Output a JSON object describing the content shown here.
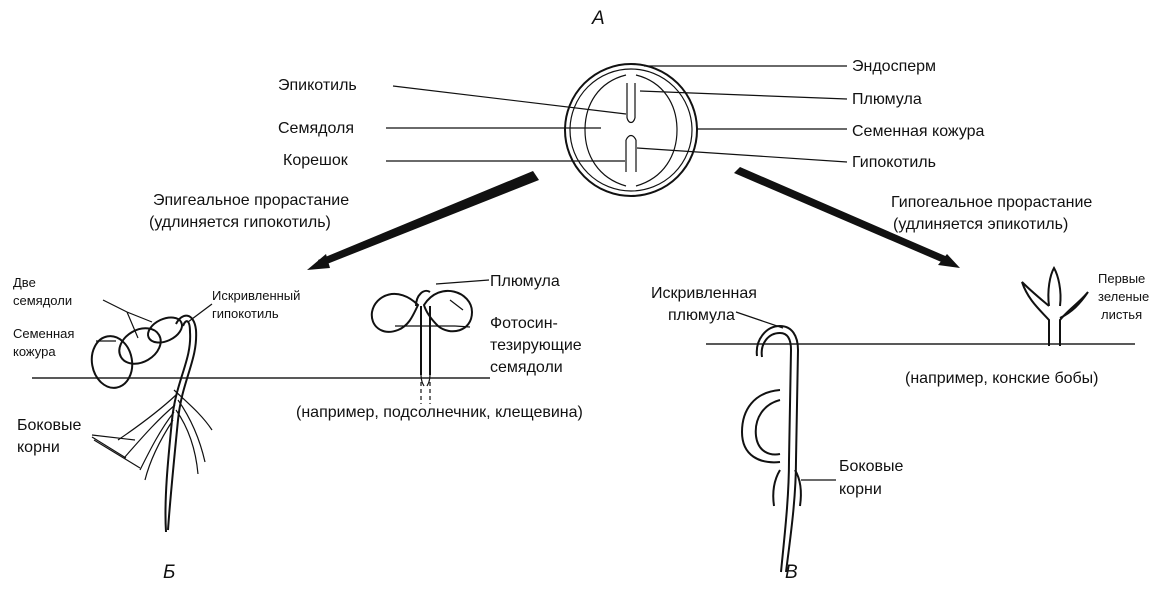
{
  "panels": {
    "top": "А",
    "left": "Б",
    "right": "В"
  },
  "seed_labels": {
    "epicotyl": "Эпикотиль",
    "cotyledon": "Семядоля",
    "radicle": "Корешок",
    "endosperm": "Эндосперм",
    "plumule": "Плюмула",
    "seed_coat": "Семенная кожура",
    "hypocotyl": "Гипокотиль"
  },
  "epigeal": {
    "title_line1": "Эпигеальное прорастание",
    "title_line2": "(удлиняется гипокотиль)",
    "two_cotyledons_1": "Две",
    "two_cotyledons_2": "семядоли",
    "seed_coat_1": "Семенная",
    "seed_coat_2": "кожура",
    "curved_hypocotyl_1": "Искривленный",
    "curved_hypocotyl_2": "гипокотиль",
    "lateral_roots_1": "Боковые",
    "lateral_roots_2": "корни",
    "plumule": "Плюмула",
    "photo_1": "Фотосин-",
    "photo_2": "тезирующие",
    "photo_3": "семядоли",
    "example": "(например, подсолнечник, клещевина)"
  },
  "hypogeal": {
    "title_line1": "Гипогеальное прорастание",
    "title_line2": "(удлиняется эпикотиль)",
    "curved_plumule_1": "Искривленная",
    "curved_plumule_2": "плюмула",
    "lateral_roots_1": "Боковые",
    "lateral_roots_2": "корни",
    "first_leaves_1": "Первые",
    "first_leaves_2": "зеленые",
    "first_leaves_3": "листья",
    "example": "(например, конские бобы)"
  }
}
